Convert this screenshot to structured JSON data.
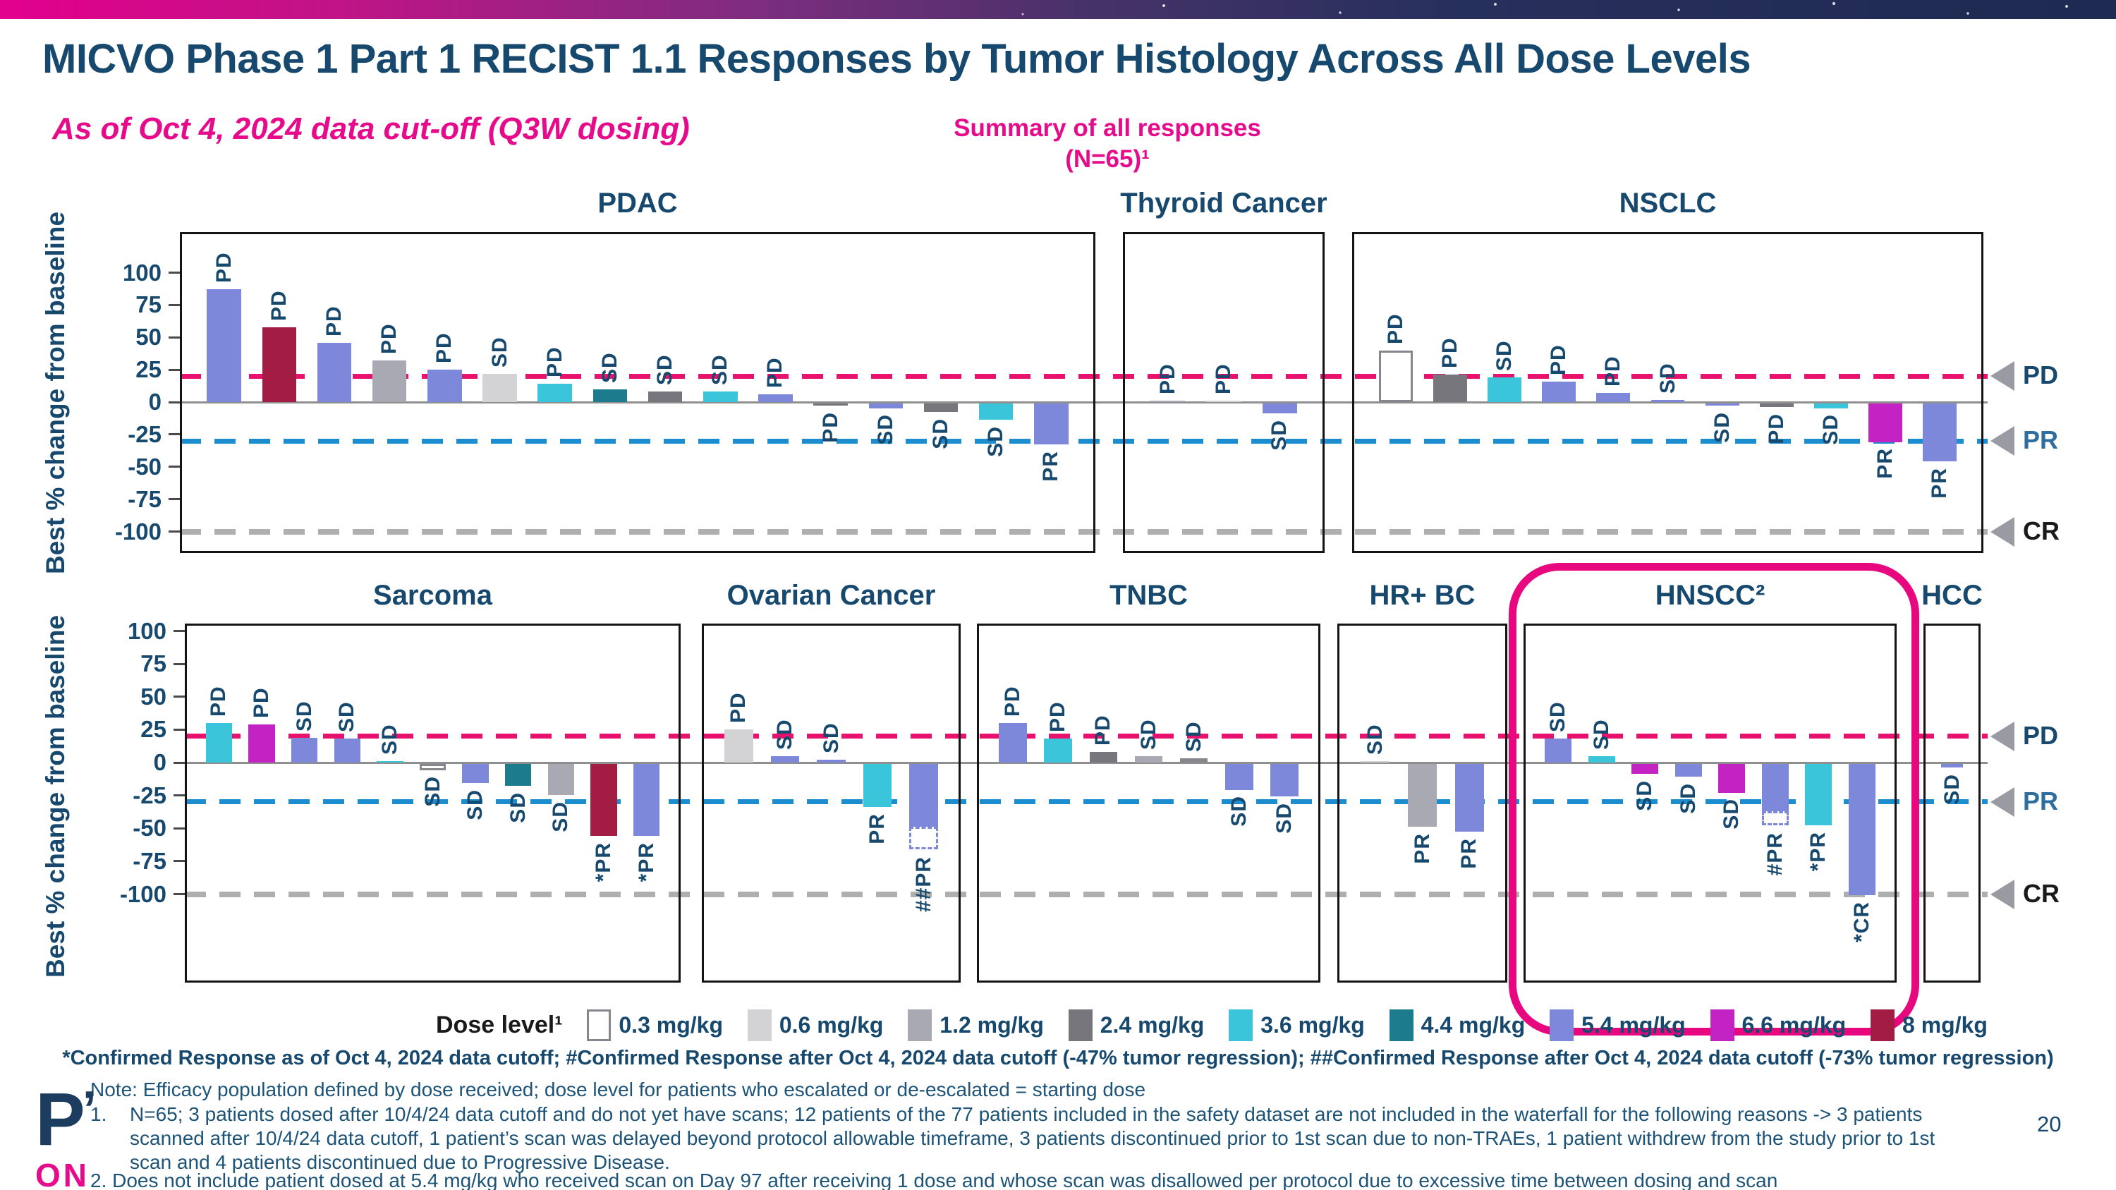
{
  "colors": {
    "navy_text": "#17486D",
    "note_text": "#1C5377",
    "pink_accent": "#E60B8B",
    "pd_line": "#E8116D",
    "pr_line": "#1C8DCE",
    "cr_line": "#AFAFAF",
    "zero_line": "#8F8F8F",
    "arrow_gray": "#9A9AA2",
    "highlight_ring": "#E7077E"
  },
  "header": {
    "title": "MICVO Phase 1 Part 1 RECIST 1.1 Responses by Tumor Histology Across All Dose Levels",
    "subtitle": "As of Oct 4, 2024 data cut-off (Q3W dosing)",
    "summary_line1": "Summary of all responses",
    "summary_line2": "(N=65)¹"
  },
  "axis": {
    "label": "Best % change from baseline",
    "ticks": [
      100,
      75,
      50,
      25,
      0,
      -25,
      -50,
      -75,
      -100
    ],
    "ylim": [
      -100,
      100
    ]
  },
  "reference_lines": {
    "pd_value": 20,
    "pr_value": -30,
    "cr_value": -100
  },
  "response_markers": [
    {
      "label": "PD",
      "value": 20,
      "label_color": "#17486D"
    },
    {
      "label": "PR",
      "value": -30,
      "label_color": "#2D6E9E"
    },
    {
      "label": "CR",
      "value": -100,
      "label_color": "#1A1A1A"
    }
  ],
  "legend": {
    "title": "Dose level¹",
    "dose_levels": [
      {
        "dose": "0.3",
        "label": "0.3 mg/kg",
        "color": "#FFFFFF",
        "border": "#86868E"
      },
      {
        "dose": "0.6",
        "label": "0.6 mg/kg",
        "color": "#D3D3D5"
      },
      {
        "dose": "1.2",
        "label": "1.2 mg/kg",
        "color": "#A9A9B3"
      },
      {
        "dose": "2.4",
        "label": "2.4 mg/kg",
        "color": "#76767C"
      },
      {
        "dose": "3.6",
        "label": "3.6 mg/kg",
        "color": "#3BC5DB"
      },
      {
        "dose": "4.4",
        "label": "4.4 mg/kg",
        "color": "#1C7C8E"
      },
      {
        "dose": "5.4",
        "label": "5.4 mg/kg",
        "color": "#7E88DB"
      },
      {
        "dose": "6.6",
        "label": "6.6 mg/kg",
        "color": "#C223C2"
      },
      {
        "dose": "8",
        "label": "8 mg/kg",
        "color": "#A31C44"
      }
    ]
  },
  "chart_data": [
    {
      "type": "bar",
      "row": 1,
      "title": "PDAC",
      "bars": [
        {
          "dose": "5.4",
          "value": 87,
          "label": "PD"
        },
        {
          "dose": "8",
          "value": 58,
          "label": "PD"
        },
        {
          "dose": "5.4",
          "value": 46,
          "label": "PD"
        },
        {
          "dose": "1.2",
          "value": 32,
          "label": "PD"
        },
        {
          "dose": "5.4",
          "value": 25,
          "label": "PD"
        },
        {
          "dose": "0.6",
          "value": 22,
          "label": "SD"
        },
        {
          "dose": "3.6",
          "value": 14,
          "label": "PD"
        },
        {
          "dose": "4.4",
          "value": 10,
          "label": "SD"
        },
        {
          "dose": "2.4",
          "value": 8,
          "label": "SD"
        },
        {
          "dose": "3.6",
          "value": 8,
          "label": "SD"
        },
        {
          "dose": "5.4",
          "value": 6,
          "label": "PD"
        },
        {
          "dose": "2.4",
          "value": -2,
          "label": "PD"
        },
        {
          "dose": "5.4",
          "value": -4,
          "label": "SD"
        },
        {
          "dose": "2.4",
          "value": -7,
          "label": "SD"
        },
        {
          "dose": "3.6",
          "value": -13,
          "label": "SD"
        },
        {
          "dose": "5.4",
          "value": -32,
          "label": "PR"
        }
      ]
    },
    {
      "type": "bar",
      "row": 1,
      "title": "Thyroid Cancer",
      "bars": [
        {
          "dose": "1.2",
          "value": 1,
          "label": "PD"
        },
        {
          "dose": "0.6",
          "value": 0.5,
          "label": "PD"
        },
        {
          "dose": "5.4",
          "value": -8,
          "label": "SD"
        }
      ]
    },
    {
      "type": "bar",
      "row": 1,
      "title": "NSCLC",
      "bars": [
        {
          "dose": "0.3",
          "value": 40,
          "label": "PD"
        },
        {
          "dose": "2.4",
          "value": 21,
          "label": "PD"
        },
        {
          "dose": "3.6",
          "value": 19,
          "label": "SD"
        },
        {
          "dose": "5.4",
          "value": 16,
          "label": "PD"
        },
        {
          "dose": "5.4",
          "value": 7,
          "label": "PD"
        },
        {
          "dose": "5.4",
          "value": 1.5,
          "label": "SD"
        },
        {
          "dose": "5.4",
          "value": -2,
          "label": "SD"
        },
        {
          "dose": "2.4",
          "value": -3,
          "label": "PD"
        },
        {
          "dose": "3.6",
          "value": -4,
          "label": "SD"
        },
        {
          "dose": "6.6",
          "value": -30,
          "label": "PR"
        },
        {
          "dose": "5.4",
          "value": -45,
          "label": "PR"
        }
      ]
    },
    {
      "type": "bar",
      "row": 2,
      "title": "Sarcoma",
      "bars": [
        {
          "dose": "3.6",
          "value": 30,
          "label": "PD"
        },
        {
          "dose": "6.6",
          "value": 29,
          "label": "PD"
        },
        {
          "dose": "5.4",
          "value": 19,
          "label": "SD"
        },
        {
          "dose": "5.4",
          "value": 18,
          "label": "SD"
        },
        {
          "dose": "3.6",
          "value": 0.5,
          "label": "SD"
        },
        {
          "dose": "0.3",
          "value": -5,
          "label": "SD"
        },
        {
          "dose": "5.4",
          "value": -15,
          "label": "SD"
        },
        {
          "dose": "4.4",
          "value": -17,
          "label": "SD"
        },
        {
          "dose": "1.2",
          "value": -24,
          "label": "SD"
        },
        {
          "dose": "8",
          "value": -55,
          "label": "*PR"
        },
        {
          "dose": "5.4",
          "value": -55,
          "label": "*PR"
        }
      ]
    },
    {
      "type": "bar",
      "row": 2,
      "title": "Ovarian Cancer",
      "bars": [
        {
          "dose": "0.6",
          "value": 25,
          "label": "PD"
        },
        {
          "dose": "5.4",
          "value": 5,
          "label": "SD"
        },
        {
          "dose": "5.4",
          "value": 2,
          "label": "SD"
        },
        {
          "dose": "3.6",
          "value": -33,
          "label": "PR"
        },
        {
          "dose": "5.4",
          "value": -48,
          "label": "##PR",
          "dashed_extension_to": -65
        }
      ]
    },
    {
      "type": "bar",
      "row": 2,
      "title": "TNBC",
      "bars": [
        {
          "dose": "5.4",
          "value": 30,
          "label": "PD"
        },
        {
          "dose": "3.6",
          "value": 18,
          "label": "PD"
        },
        {
          "dose": "2.4",
          "value": 8,
          "label": "PD"
        },
        {
          "dose": "1.2",
          "value": 5,
          "label": "SD"
        },
        {
          "dose": "0.3",
          "value": 3,
          "label": "SD"
        },
        {
          "dose": "5.4",
          "value": -20,
          "label": "SD"
        },
        {
          "dose": "5.4",
          "value": -25,
          "label": "SD"
        }
      ]
    },
    {
      "type": "bar",
      "row": 2,
      "title": "HR+ BC",
      "bars": [
        {
          "dose": "0.6",
          "value": 1,
          "label": "SD"
        },
        {
          "dose": "1.2",
          "value": -48,
          "label": "PR"
        },
        {
          "dose": "5.4",
          "value": -52,
          "label": "PR"
        }
      ]
    },
    {
      "type": "bar",
      "row": 2,
      "title": "HNSCC²",
      "highlighted": true,
      "bars": [
        {
          "dose": "5.4",
          "value": 18,
          "label": "SD"
        },
        {
          "dose": "3.6",
          "value": 5,
          "label": "SD"
        },
        {
          "dose": "6.6",
          "value": -8,
          "label": "SD"
        },
        {
          "dose": "5.4",
          "value": -10,
          "label": "SD"
        },
        {
          "dose": "6.6",
          "value": -22,
          "label": "SD"
        },
        {
          "dose": "5.4",
          "value": -36,
          "label": "#PR",
          "dashed_extension_to": -47
        },
        {
          "dose": "3.6",
          "value": -47,
          "label": "*PR"
        },
        {
          "dose": "5.4",
          "value": -100,
          "label": "*CR"
        }
      ]
    },
    {
      "type": "bar",
      "row": 2,
      "title": "HCC",
      "bars": [
        {
          "dose": "5.4",
          "value": -3,
          "label": "SD"
        }
      ]
    }
  ],
  "footnotes": {
    "confirmed": "*Confirmed Response as of Oct 4, 2024 data cutoff; #Confirmed Response after Oct 4, 2024 data cutoff (-47% tumor regression); ##Confirmed Response after Oct 4, 2024 data cutoff (-73% tumor regression)",
    "note": "Note: Efficacy population defined by dose received; dose level for patients who escalated or de-escalated = starting dose",
    "item1_number": "1.",
    "item1": "N=65; 3 patients dosed after 10/4/24 data cutoff and do not yet have scans; 12 patients of the 77 patients included in the safety dataset are not included in the waterfall for the following reasons -> 3 patients scanned after 10/4/24 data cutoff, 1 patient’s scan was delayed beyond protocol allowable timeframe, 3 patients discontinued prior to 1st scan due to non-TRAEs, 1 patient withdrew from the study prior to 1st scan and 4 patients discontinued due to Progressive Disease.",
    "item2": "2. Does not include patient dosed at 5.4 mg/kg who received scan on Day 97 after receiving 1 dose and whose scan was disallowed per protocol due to excessive time between dosing and scan"
  },
  "logo": {
    "mark": "P",
    "tick": "’",
    "sub": "ON"
  },
  "page_number": "20"
}
